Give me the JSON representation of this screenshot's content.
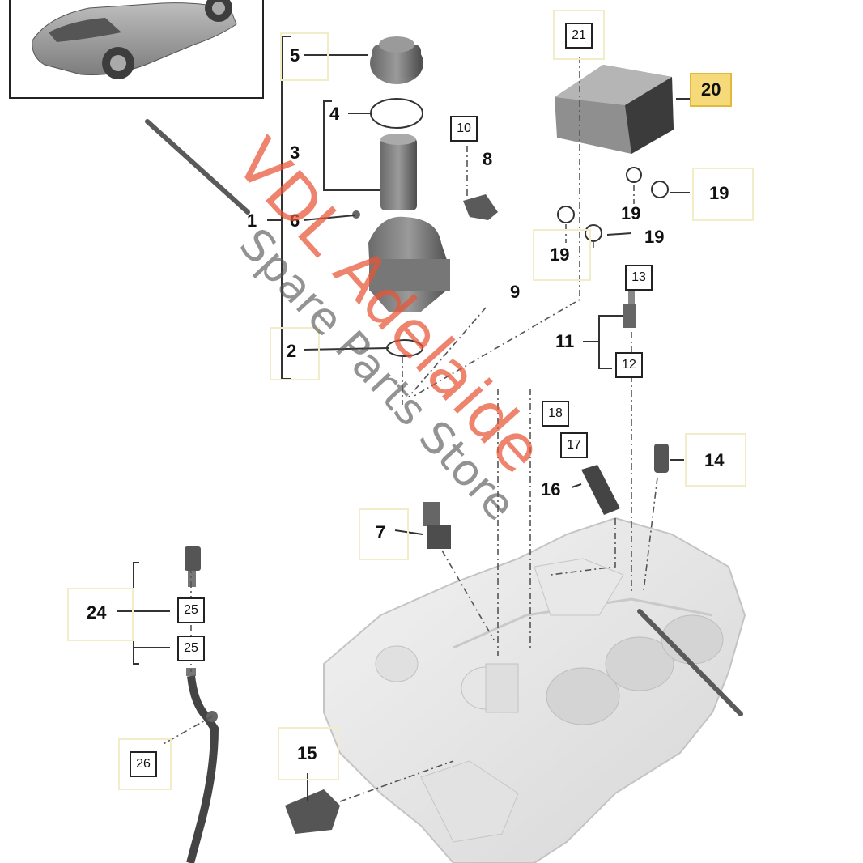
{
  "watermark": {
    "line1": "VDL Adelaide",
    "line2": "Spare Parts Store"
  },
  "accent_color": "#f6d978",
  "watermark_color": "#e85434",
  "callouts": [
    {
      "id": "c5",
      "text": "5",
      "style": "plain"
    },
    {
      "id": "c4",
      "text": "4",
      "style": "plain"
    },
    {
      "id": "c3",
      "text": "3",
      "style": "plain"
    },
    {
      "id": "c1",
      "text": "1",
      "style": "plain"
    },
    {
      "id": "c6",
      "text": "6",
      "style": "plain"
    },
    {
      "id": "c2",
      "text": "2",
      "style": "plain"
    },
    {
      "id": "c10",
      "text": "10",
      "style": "boxed"
    },
    {
      "id": "c8",
      "text": "8",
      "style": "plain"
    },
    {
      "id": "c9",
      "text": "9",
      "style": "plain"
    },
    {
      "id": "c21",
      "text": "21",
      "style": "boxed"
    },
    {
      "id": "c20",
      "text": "20",
      "style": "highlight"
    },
    {
      "id": "c19a",
      "text": "19",
      "style": "plain"
    },
    {
      "id": "c19b",
      "text": "19",
      "style": "plain"
    },
    {
      "id": "c19c",
      "text": "19",
      "style": "plain"
    },
    {
      "id": "c19d",
      "text": "19",
      "style": "plain"
    },
    {
      "id": "c13",
      "text": "13",
      "style": "boxed"
    },
    {
      "id": "c11",
      "text": "11",
      "style": "plain"
    },
    {
      "id": "c12",
      "text": "12",
      "style": "boxed"
    },
    {
      "id": "c18",
      "text": "18",
      "style": "boxed"
    },
    {
      "id": "c17",
      "text": "17",
      "style": "boxed"
    },
    {
      "id": "c14",
      "text": "14",
      "style": "plain"
    },
    {
      "id": "c16",
      "text": "16",
      "style": "plain"
    },
    {
      "id": "c7",
      "text": "7",
      "style": "plain"
    },
    {
      "id": "c24",
      "text": "24",
      "style": "plain"
    },
    {
      "id": "c25a",
      "text": "25",
      "style": "boxed"
    },
    {
      "id": "c25b",
      "text": "25",
      "style": "boxed"
    },
    {
      "id": "c26",
      "text": "26",
      "style": "boxed"
    },
    {
      "id": "c15",
      "text": "15",
      "style": "plain"
    }
  ]
}
